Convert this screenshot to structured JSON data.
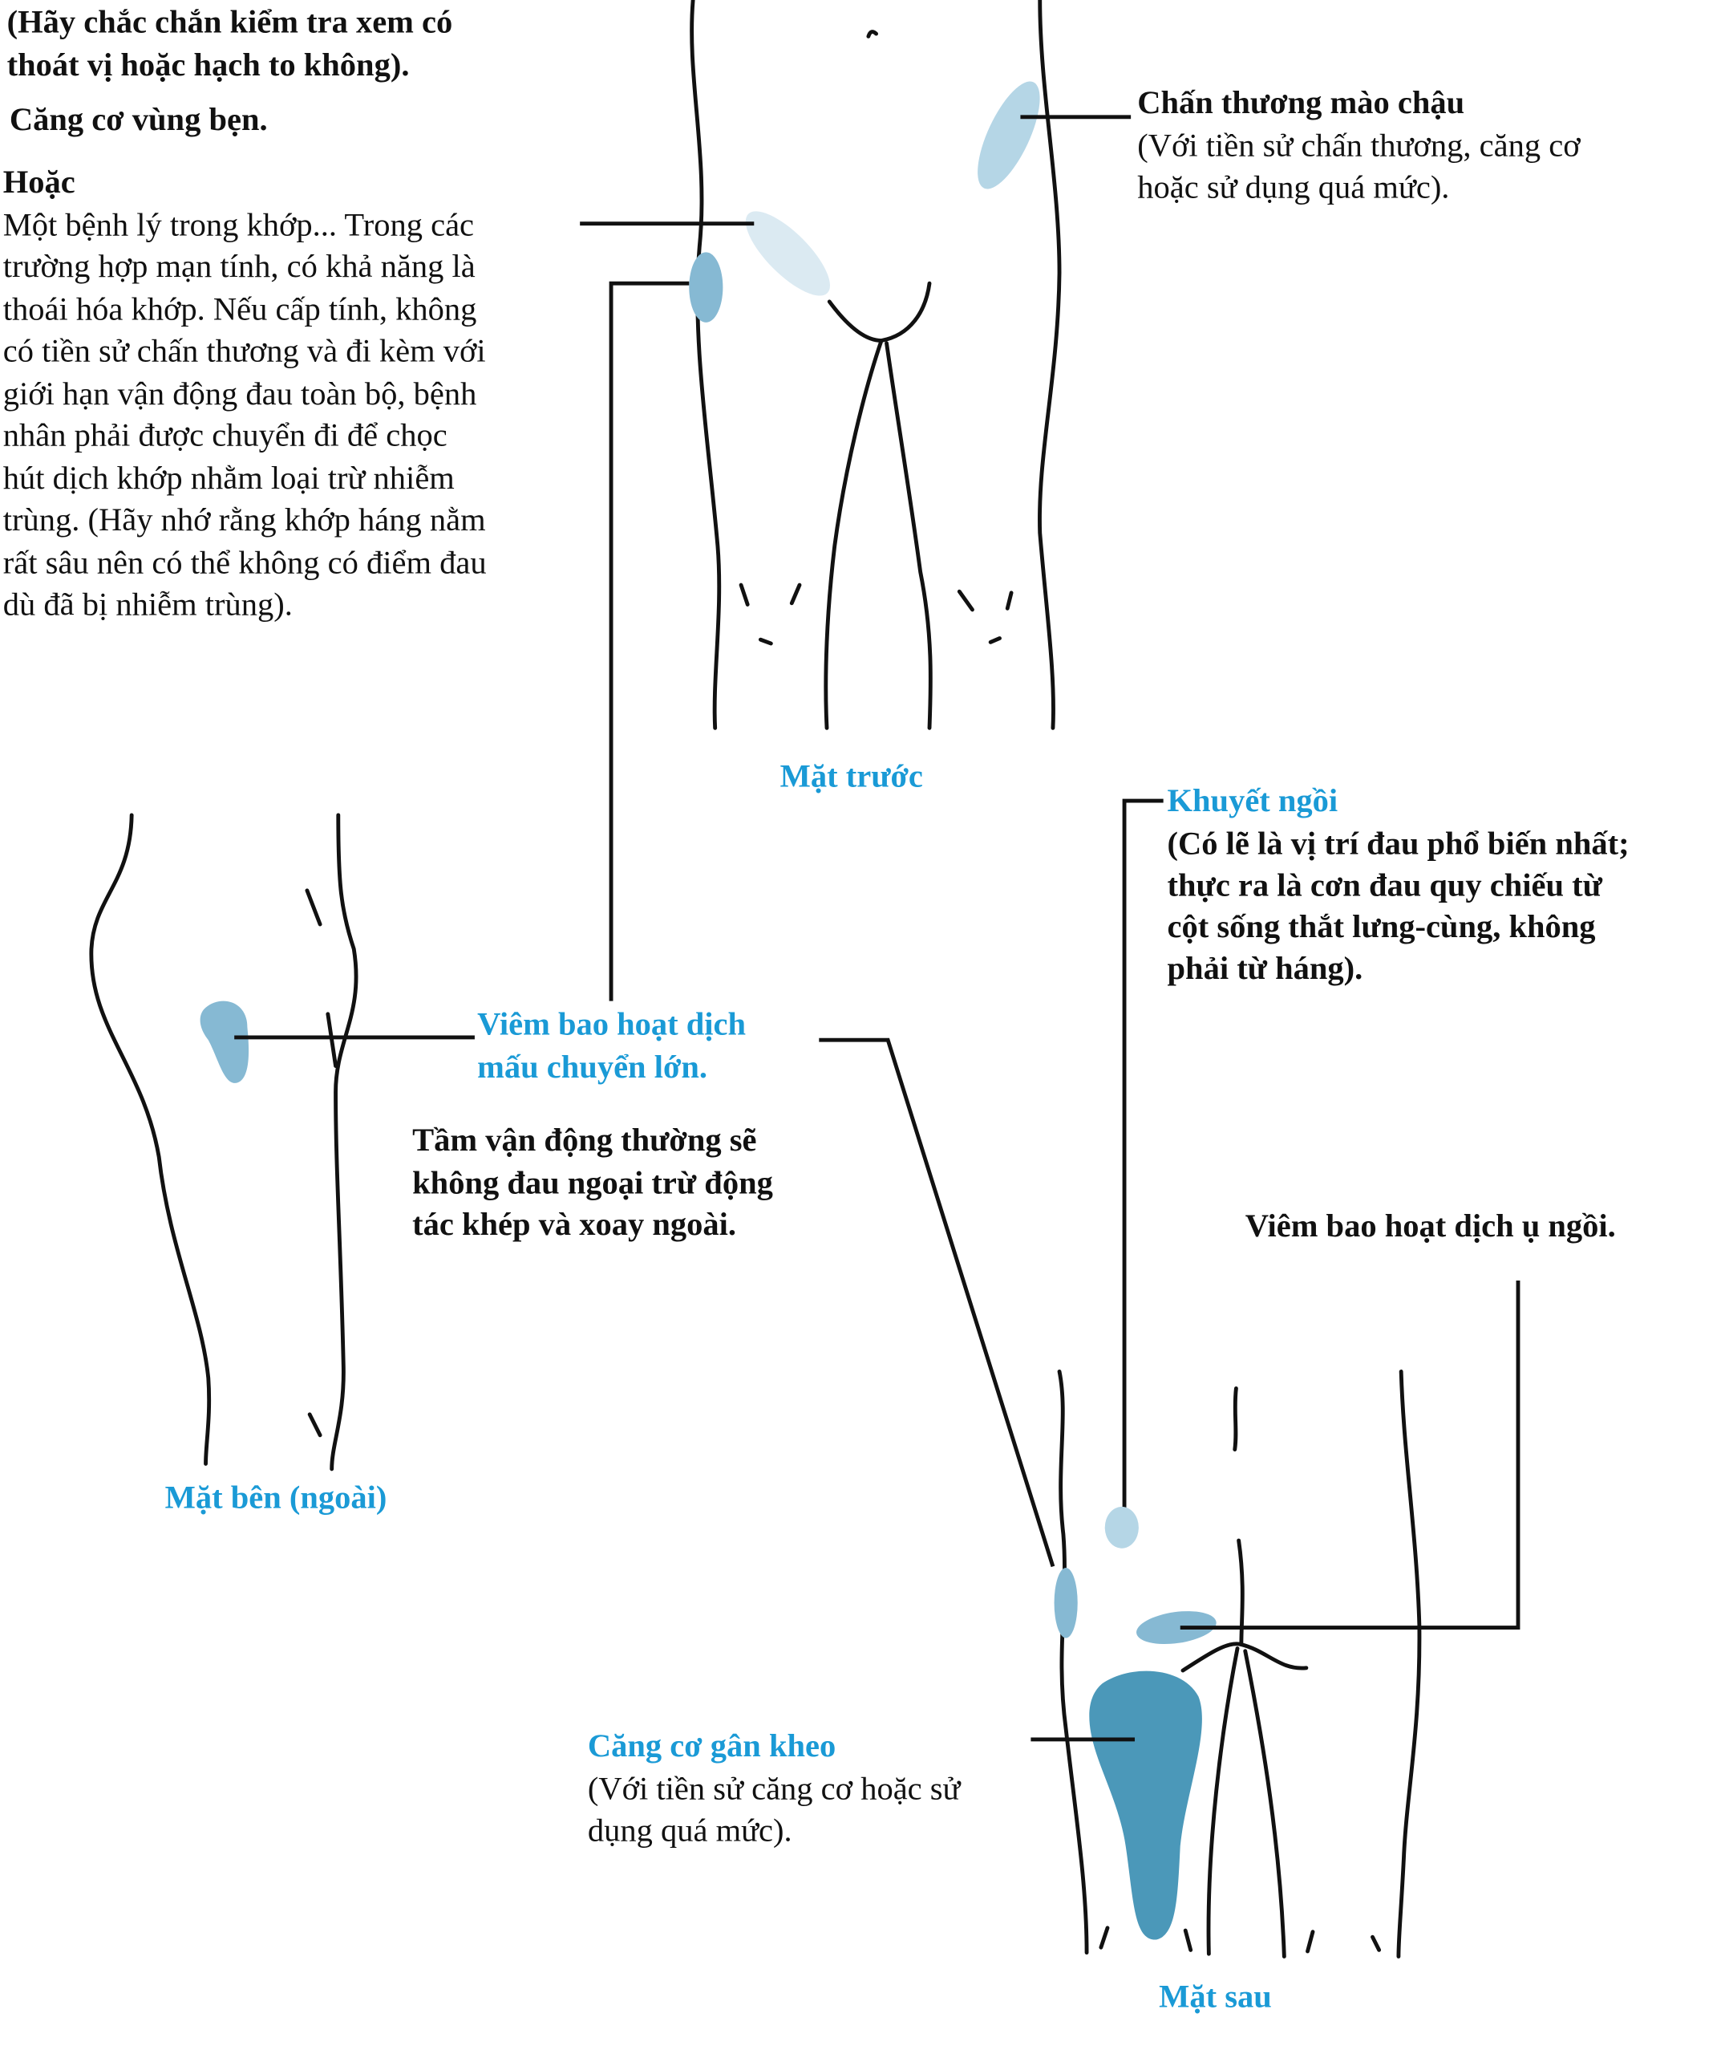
{
  "colors": {
    "blue_label": "#1a9ad6",
    "patch_light": "#b5d6e6",
    "patch_medium": "#86b9d3",
    "patch_dark": "#4b98b9"
  },
  "top_left": {
    "note_lines": [
      "(Hãy chắc chắn kiểm tra xem có",
      "thoát vị hoặc hạch to không)."
    ],
    "groin_strain": "Căng cơ vùng bẹn.",
    "or_heading": "Hoặc",
    "body_lines": [
      "Một bệnh lý trong khớp... Trong các",
      "trường hợp mạn tính, có khả năng là",
      "thoái hóa khớp. Nếu cấp tính, không",
      "có tiền sử chấn thương và đi kèm với",
      "giới hạn vận động đau toàn bộ, bệnh",
      "nhân phải được chuyển đi để chọc",
      "hút dịch khớp nhằm loại trừ nhiễm",
      "trùng. (Hãy nhớ rằng khớp háng nằm",
      "rất sâu nên có thể không có điểm đau",
      "dù đã bị nhiễm trùng)."
    ]
  },
  "iliac_crest": {
    "title": "Chấn thương mào chậu",
    "lines": [
      "(Với tiền sử chấn thương, căng cơ",
      "hoặc sử dụng quá mức)."
    ]
  },
  "views": {
    "front": "Mặt trước",
    "lateral": "Mặt bên (ngoài)",
    "back": "Mặt sau"
  },
  "buttock": {
    "title": "Khuyết ngồi",
    "lines": [
      "(Có lẽ là vị trí đau phổ biến nhất;",
      "thực ra là cơn đau quy chiếu từ",
      "cột sống thắt lưng-cùng, không",
      "phải từ háng)."
    ]
  },
  "trochanteric": {
    "lines": [
      "Viêm bao hoạt dịch",
      "mấu chuyển lớn."
    ]
  },
  "range_note": {
    "lines": [
      "Tầm vận động thường sẽ",
      "không đau ngoại trừ động",
      "tác khép và xoay ngoài."
    ]
  },
  "ischial": {
    "title": "Viêm bao hoạt dịch ụ ngồi."
  },
  "hamstring": {
    "title": "Căng cơ gân kheo",
    "lines": [
      "(Với tiền sử căng cơ hoặc sử",
      "dụng quá mức)."
    ]
  }
}
